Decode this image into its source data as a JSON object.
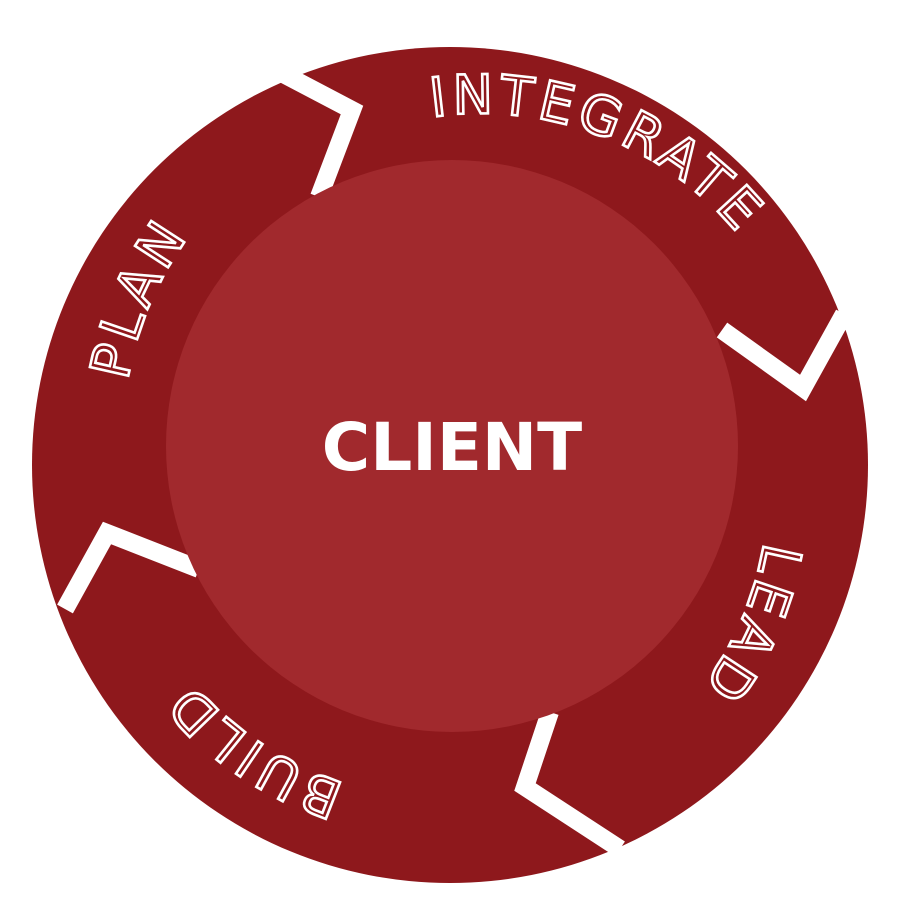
{
  "colors": {
    "ring": "#8e181c",
    "center": "#a1292d",
    "separator": "#ffffff",
    "text": "#ffffff"
  },
  "diagram": {
    "center_label": "CLIENT",
    "stages": [
      {
        "label": "INTEGRATE",
        "icon": "arrow-segment"
      },
      {
        "label": "LEAD",
        "icon": "arrow-segment"
      },
      {
        "label": "BUILD",
        "icon": "arrow-segment"
      },
      {
        "label": "PLAN",
        "icon": "arrow-segment"
      }
    ]
  }
}
